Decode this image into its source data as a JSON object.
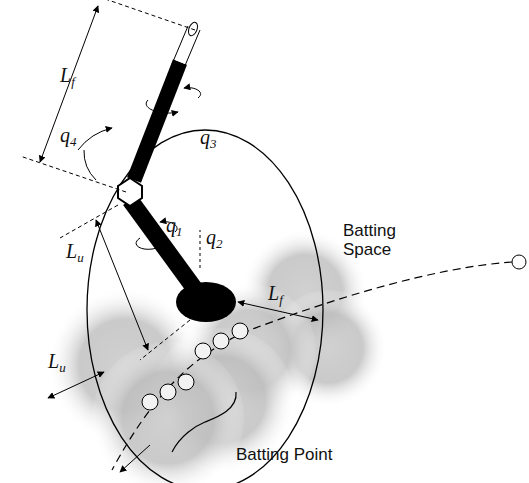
{
  "diagram": {
    "labels": [
      "Lf",
      "q4",
      "q3",
      "q1",
      "q2",
      "Lu",
      "Lf",
      "Batting Space",
      "Lu",
      "Batting Point"
    ]
  }
}
